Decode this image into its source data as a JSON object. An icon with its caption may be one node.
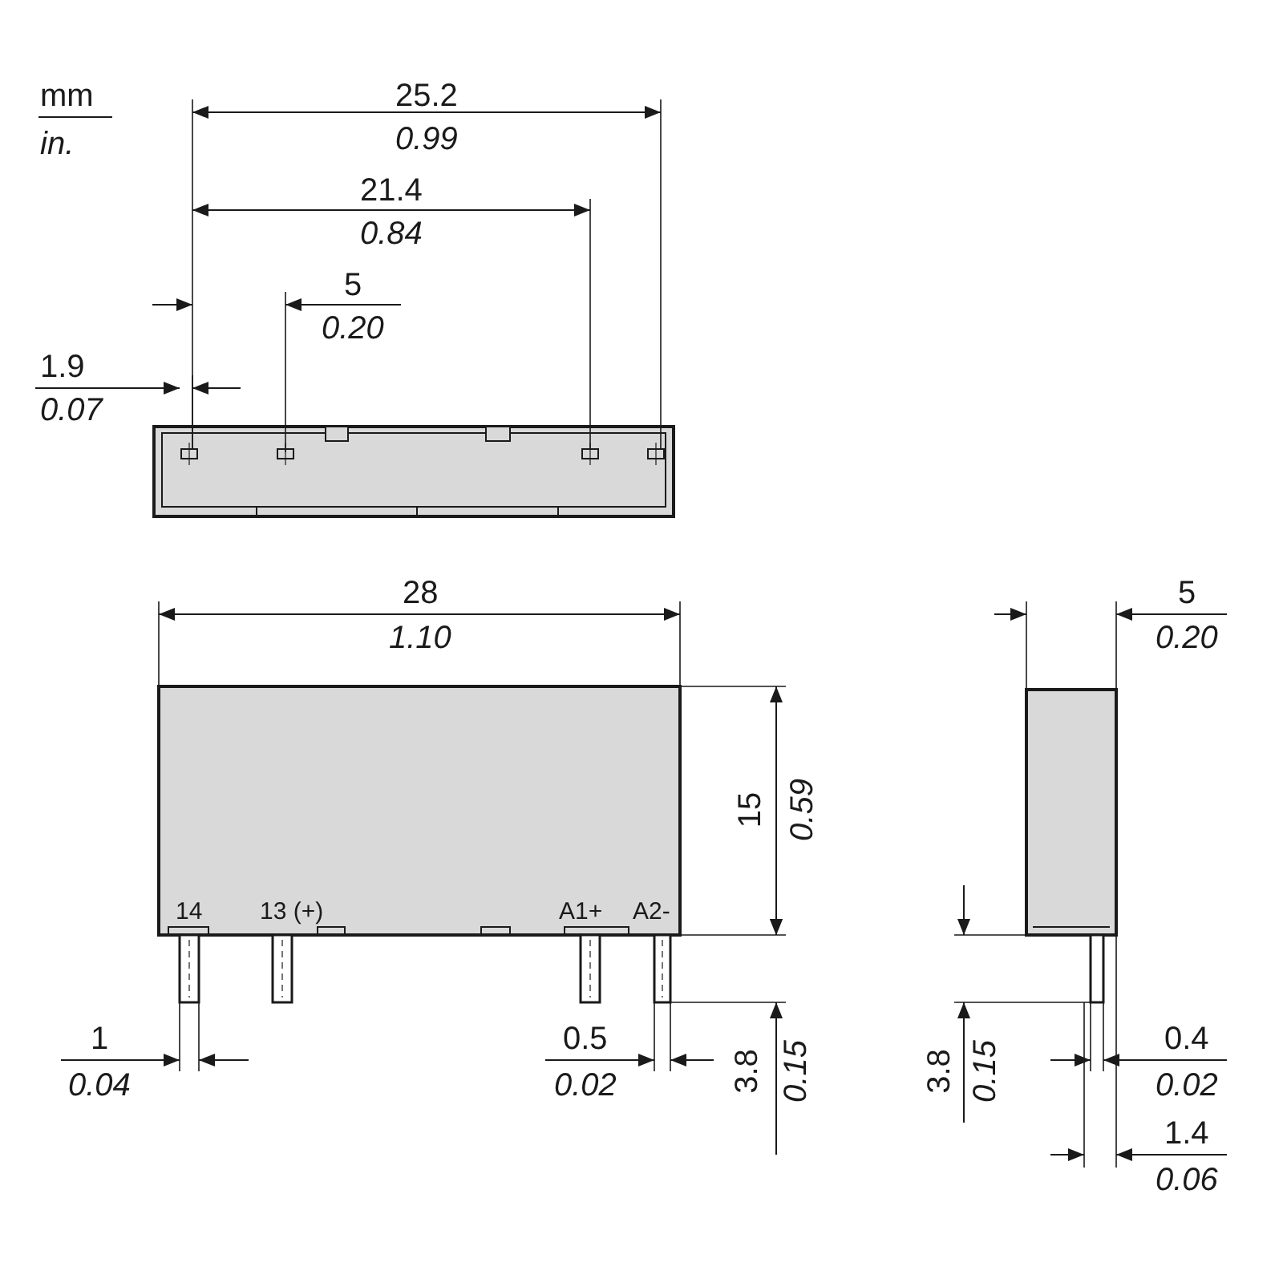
{
  "diagram": {
    "labels": [
      "mm",
      "in.",
      "25.2",
      "0.99",
      "21.4",
      "0.84",
      "5",
      "0.20",
      "1.9",
      "0.07",
      "28",
      "1.10",
      "5",
      "0.20",
      "15",
      "0.59",
      "14",
      "13 (+)",
      "A1+",
      "A2-",
      "1",
      "0.04",
      "0.5",
      "0.02",
      "3.8",
      "0.15",
      "3.8",
      "0.15",
      "0.4",
      "0.02",
      "1.4",
      "0.06"
    ]
  }
}
